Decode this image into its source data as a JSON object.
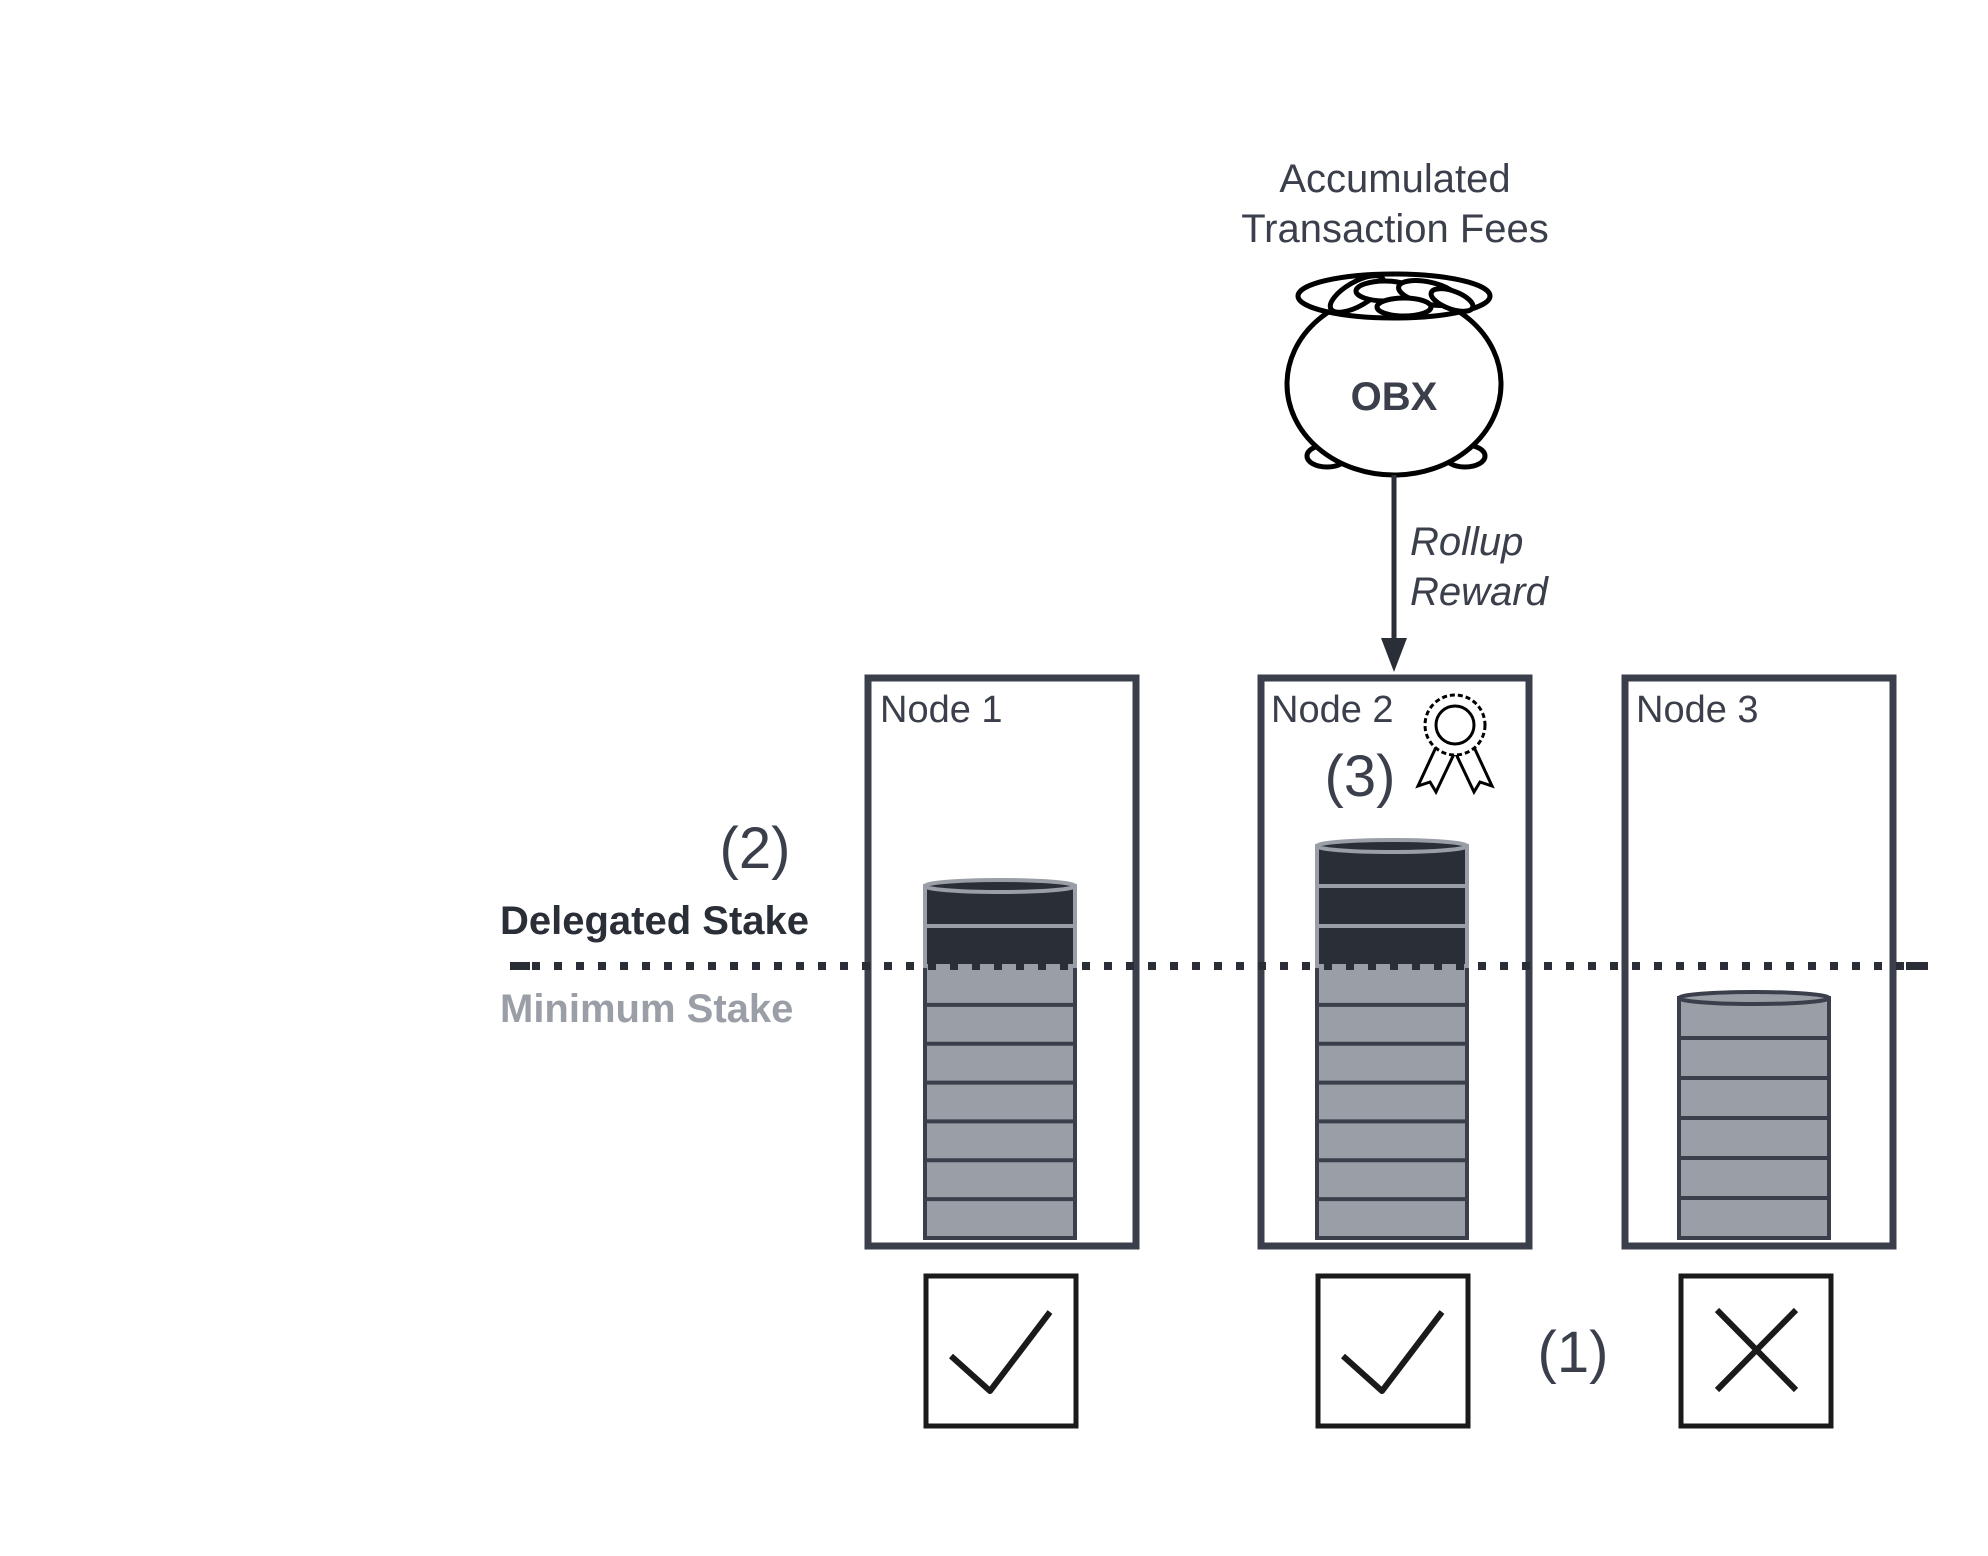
{
  "pot": {
    "title_line1": "Accumulated",
    "title_line2": "Transaction Fees",
    "label": "OBX"
  },
  "reward_arrow": {
    "line1": "Rollup",
    "line2": "Reward"
  },
  "thresholds": {
    "delegated_label": "Delegated Stake",
    "minimum_label": "Minimum Stake"
  },
  "markers": {
    "m1": "(1)",
    "m2": "(2)",
    "m3": "(3)"
  },
  "nodes": [
    {
      "name": "Node 1",
      "status": "check",
      "minimum_coins": 7,
      "delegated_coins": 2,
      "winner": false
    },
    {
      "name": "Node 2",
      "status": "check",
      "minimum_coins": 7,
      "delegated_coins": 3,
      "winner": true
    },
    {
      "name": "Node 3",
      "status": "cross",
      "minimum_coins": 6,
      "delegated_coins": 0,
      "winner": false
    }
  ],
  "colors": {
    "frame": "#3a3f4b",
    "delegated_coin": "#2a2e36",
    "minimum_coin": "#9a9ea6",
    "minimum_label": "#9a9ea6",
    "text": "#3a3f4b"
  },
  "icons": {
    "pot": "pot-of-coins-icon",
    "award": "award-ribbon-icon",
    "check": "check-icon",
    "cross": "cross-icon"
  }
}
